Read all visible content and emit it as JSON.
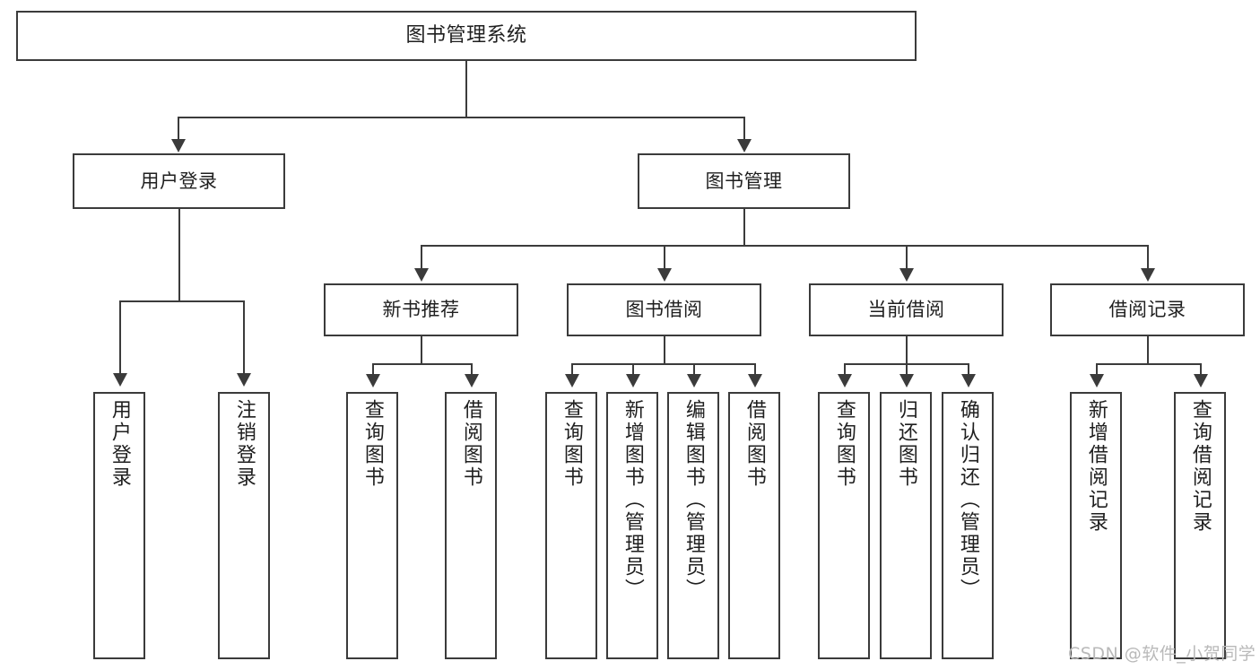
{
  "diagram": {
    "type": "tree-hierarchy",
    "title": "图书管理系统",
    "watermark": "CSDN @软件_小贺同学",
    "colors": {
      "stroke": "#3b3b3b",
      "fill": "#ffffff",
      "text": "#1f1f1f",
      "watermark": "#b9b9b9"
    },
    "root": {
      "label": "图书管理系统"
    },
    "level2": [
      {
        "id": "user-login",
        "label": "用户登录"
      },
      {
        "id": "book-manage",
        "label": "图书管理"
      }
    ],
    "level3": [
      {
        "id": "new-book-rec",
        "label": "新书推荐"
      },
      {
        "id": "book-borrow",
        "label": "图书借阅"
      },
      {
        "id": "current-borrow",
        "label": "当前借阅"
      },
      {
        "id": "borrow-record",
        "label": "借阅记录"
      }
    ],
    "leaves": {
      "user_login": [
        {
          "label": "用户登录"
        },
        {
          "label": "注销登录"
        }
      ],
      "new_book_rec": [
        {
          "label": "查询图书"
        },
        {
          "label": "借阅图书"
        }
      ],
      "book_borrow": [
        {
          "label": "查询图书"
        },
        {
          "label": "新增图书（管理员）"
        },
        {
          "label": "编辑图书（管理员）"
        },
        {
          "label": "借阅图书"
        }
      ],
      "current_borrow": [
        {
          "label": "查询图书"
        },
        {
          "label": "归还图书"
        },
        {
          "label": "确认归还（管理员）"
        }
      ],
      "borrow_record": [
        {
          "label": "新增借阅记录"
        },
        {
          "label": "查询借阅记录"
        }
      ]
    }
  }
}
